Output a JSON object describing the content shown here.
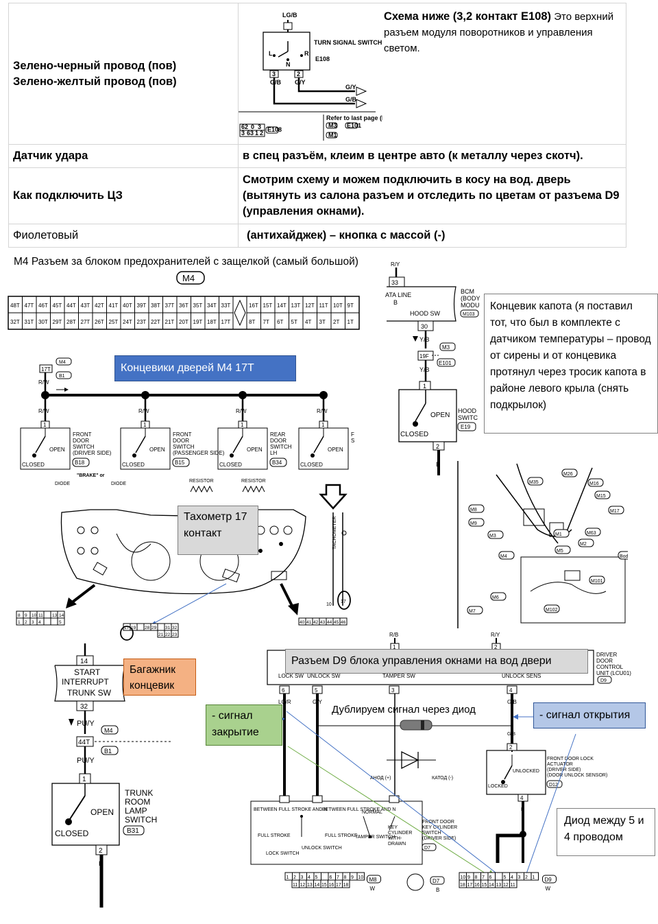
{
  "table": {
    "rows": [
      {
        "left_line1": "Зелено-черный провод (пов)",
        "left_line2": "Зелено-желтый провод (пов)",
        "note_bold": "Схема ниже (3,2 контакт E108)",
        "note_rest": " Это верхний разъем модуля поворотников и управления светом."
      },
      {
        "left": "Датчик удара",
        "right": "в спец разъём, клеим в центре авто (к металлу через скотч)."
      },
      {
        "left": "Как подключить ЦЗ",
        "right": "Смотрим схему и можем подключить в косу на вод. дверь (вытянуть из салона разъем и отследить по цветам от разъема D9 (управления окнами)."
      },
      {
        "left": "Фиолетовый",
        "right": "(антихайджек) – кнопка с массой (-)"
      }
    ]
  },
  "turn_schematic": {
    "top_wire": "LG/B",
    "switch_name": "TURN SIGNAL SWITCH",
    "switch_code": "E108",
    "pos_l": "L",
    "pos_n": "N",
    "pos_r": "R",
    "pin3": "3",
    "pin2": "2",
    "wire_gb": "G/B",
    "wire_gy": "G/Y",
    "out_gy": "G/Y",
    "out_gb": "G/B",
    "refer": "Refer to last page (Fol",
    "m3": "M3",
    "e101": "E101",
    "m1": "M1",
    "conn_top": [
      "62",
      "0",
      "3"
    ],
    "conn_bot": [
      "3",
      "63",
      "1",
      "2"
    ],
    "conn_code": "E108"
  },
  "m4": {
    "title": "M4 Разъем за блоком предохранителей с защелкой (самый большой)",
    "badge": "M4",
    "row1_left": [
      "48T",
      "47T",
      "46T",
      "45T",
      "44T",
      "43T",
      "42T",
      "41T",
      "40T",
      "39T",
      "38T",
      "37T",
      "36T",
      "35T",
      "34T",
      "33T"
    ],
    "row2_left": [
      "32T",
      "31T",
      "30T",
      "29T",
      "28T",
      "27T",
      "26T",
      "25T",
      "24T",
      "23T",
      "22T",
      "21T",
      "20T",
      "19T",
      "18T",
      "17T"
    ],
    "row1_right": [
      "16T",
      "15T",
      "14T",
      "13T",
      "12T",
      "11T",
      "10T",
      "9T"
    ],
    "row2_right": [
      "8T",
      "7T",
      "6T",
      "5T",
      "4T",
      "3T",
      "2T",
      "1T"
    ]
  },
  "hood": {
    "wire_top": "R/Y",
    "pin_top": "33",
    "line1": "ATA LINE",
    "line2": "B",
    "hood_sw": "HOOD SW",
    "bcm": "BCM",
    "bcm2": "(BODY",
    "bcm3": "MODU",
    "bcm_code": "M103",
    "pin_30": "30",
    "wire_yb": "Y/B",
    "m3": "M3",
    "pin_19f": "19F",
    "e101": "E101",
    "wire_yb2": "Y/B",
    "pin_1": "1",
    "open": "OPEN",
    "closed": "CLOSED",
    "hood_label": "HOOD",
    "hood_label2": "SWITC",
    "e19": "E19",
    "pin_2": "2",
    "wire_b": "B",
    "callout": "Концевик капота (я поставил тот, что был в комплекте с датчиком температуры – провод от сирены и от концевика протянул через тросик капота в районе левого крыла (снять подкрылок)"
  },
  "doors": {
    "callout": "Концевики дверей M4 17T",
    "pin": "17T",
    "m4": "M4",
    "b1": "B1",
    "wire": "R/W",
    "switches": [
      {
        "l1": "FRONT",
        "l2": "DOOR",
        "l3": "SWITCH",
        "l4": "(DRIVER SIDE)",
        "code": "B18"
      },
      {
        "l1": "FRONT",
        "l2": "DOOR",
        "l3": "SWITCH",
        "l4": "(PASSENGER SIDE)",
        "code": "B15"
      },
      {
        "l1": "REAR",
        "l2": "DOOR",
        "l3": "SWITCH",
        "l4": "LH",
        "code": "B34"
      },
      {
        "l1": "F",
        "l2": "S",
        "l3": "",
        "l4": "",
        "code": ""
      }
    ],
    "open": "OPEN",
    "closed": "CLOSED",
    "pin1": "1"
  },
  "tacho": {
    "callout": "Тахометр 17 контакт",
    "diode": "DIODE",
    "brake": "\"BRAKE\" or",
    "resistor": "RESISTOR",
    "tachometer": "TACHOMETER",
    "pin10": "10",
    "pin17": "17",
    "conn1_top": [
      "8",
      "9",
      "10",
      "11",
      "",
      "13",
      "14"
    ],
    "conn1_bot": [
      "1",
      "2",
      "3",
      "4",
      "",
      "",
      "5"
    ],
    "conn2": [
      "17",
      "19",
      "",
      "28",
      "29",
      "",
      "31",
      "32"
    ],
    "conn2_bot": [
      "21",
      "22",
      "23"
    ],
    "conn3": [
      "40",
      "41",
      "42",
      "43",
      "44",
      "45",
      "46"
    ]
  },
  "trunk": {
    "callout": "Багажник концевик",
    "pin14": "14",
    "start": "START",
    "interrupt": "INTERRUPT",
    "trunk_sw": "TRUNK SW",
    "pin32": "32",
    "wire_puy": "PU/Y",
    "m4": "M4",
    "pin44": "44T",
    "b1": "B1",
    "wire_puy2": "PU/Y",
    "pin1": "1",
    "open": "OPEN",
    "closed": "CLOSED",
    "name1": "TRUNK",
    "name2": "ROOM",
    "name3": "LAMP",
    "name4": "SWITCH",
    "code": "B31",
    "pin2": "2",
    "wire_b": "B"
  },
  "d9": {
    "callout": "Разъем D9 блока управления окнами на вод двери",
    "wire_rb": "R/B",
    "wire_ry": "R/Y",
    "pin1": "1",
    "pin2": "2",
    "lock_sw": "LOCK SW",
    "unlock_sw": "UNLOCK SW",
    "tamper_sw": "TAMPER SW",
    "unlock_sens": "UNLOCK SENS",
    "unit1": "DRIVER",
    "unit2": "DOOR",
    "unit3": "CONTROL",
    "unit4": "UNIT (LCU01)",
    "unit_code": "D9",
    "pin6": "6",
    "pin5": "5",
    "pin3": "3",
    "pin4": "4",
    "wire_lgr": "LG/R",
    "wire_gy": "G/Y",
    "wire_gb": "G/B",
    "diode_note": "Дублируем сигнал через диод",
    "signal_close": "- сигнал закрытие",
    "signal_open": "- сигнал открытия",
    "anode": "АНОД (+)",
    "cathode": "КАТОД (-)",
    "act1": "FRONT DOOR LOCK",
    "act2": "ACTUATOR",
    "act3": "(DRIVER SIDE)",
    "act4": "(DOOR UNLOCK SENSOR)",
    "act_code": "D12",
    "unlocked": "UNLOCKED",
    "locked": "LOCKED",
    "pin2b": "2",
    "pin4b": "4",
    "wire_b": "B",
    "diode_between": "Диод между 5 и 4 проводом",
    "between1": "BETWEEN FULL STROKE AND N",
    "between2": "BETWEEN FULL STROKE AND N",
    "full1": "FULL STROKE",
    "full2": "FULL STROKE",
    "normal": "NORMAL",
    "lock_switch": "LOCK SWITCH",
    "unlock_switch": "UNLOCK SWITCH",
    "tamper_switch": "TAMPER SWITCH",
    "key1": "KEY",
    "key2": "CYLINDER",
    "key3": "WITH-",
    "key4": "DRAWN",
    "front1": "FRONT DOOR",
    "front2": "KEY CYLINDER",
    "front3": "SWITCH",
    "front4": "(DRIVER SIDE)",
    "front_code": "D7",
    "m8_top": [
      "1",
      "2",
      "3",
      "4",
      "5",
      "",
      "6",
      "7",
      "8",
      "9",
      "10"
    ],
    "m8_bot": [
      "11",
      "12",
      "13",
      "14",
      "15",
      "16",
      "17",
      "18"
    ],
    "m8": "M8",
    "w": "W",
    "d7": "D7",
    "b": "B",
    "d9_top": [
      "10",
      "9",
      "8",
      "7",
      "6",
      "",
      "5",
      "4",
      "3",
      "2",
      "1"
    ],
    "d9_bot": [
      "18",
      "17",
      "16",
      "15",
      "14",
      "13",
      "12",
      "11"
    ],
    "d9code": "D9"
  },
  "location": {
    "labels": [
      "M26",
      "M35",
      "M16",
      "M15",
      "M17",
      "M8",
      "M9",
      "M3",
      "M1",
      "M63",
      "M5",
      "M2",
      "M4",
      "M101",
      "M6",
      "M7",
      "M102",
      "Bod"
    ]
  },
  "colors": {
    "blue": "#4472c4",
    "grey": "#d9d9d9",
    "orange": "#f4b183",
    "green": "#a9d18e",
    "lightblue": "#b4c7e7"
  }
}
